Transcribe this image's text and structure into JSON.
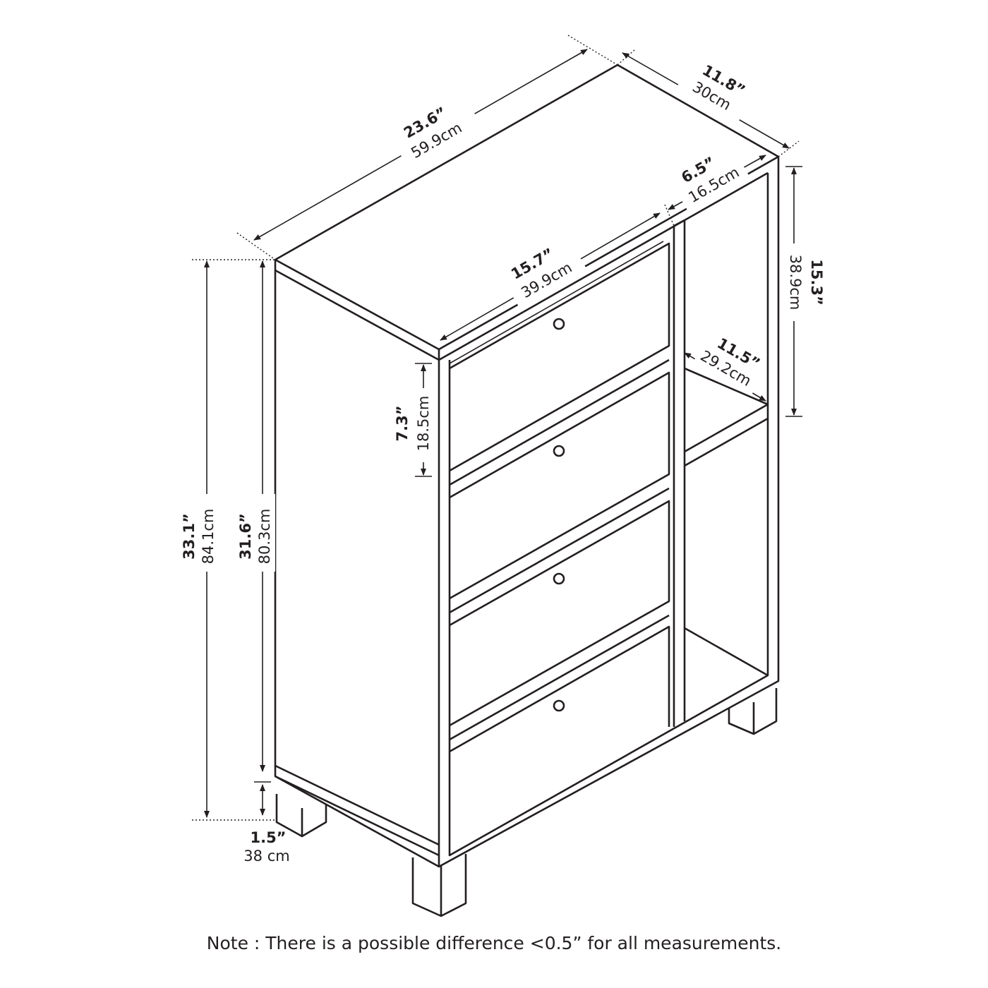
{
  "dimensions": {
    "width": {
      "in": "23.6”",
      "cm": "59.9cm"
    },
    "depth": {
      "in": "11.8”",
      "cm": "30cm"
    },
    "open_width": {
      "in": "6.5”",
      "cm": "16.5cm"
    },
    "open_height": {
      "in": "15.3”",
      "cm": "38.9cm"
    },
    "drawer_width": {
      "in": "15.7”",
      "cm": "39.9cm"
    },
    "shelf_depth": {
      "in": "11.5”",
      "cm": "29.2cm"
    },
    "drawer_height": {
      "in": "7.3”",
      "cm": "18.5cm"
    },
    "total_height": {
      "in": "33.1”",
      "cm": "84.1cm"
    },
    "body_height": {
      "in": "31.6”",
      "cm": "80.3cm"
    },
    "leg_height": {
      "in": "1.5”",
      "cm": "38 cm"
    }
  },
  "note": "Note : There is a possible difference <0.5” for all measurements."
}
